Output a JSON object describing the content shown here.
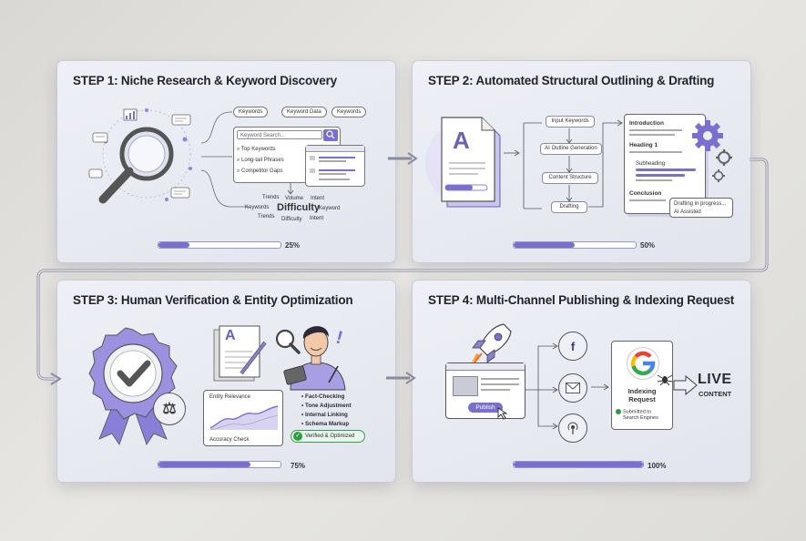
{
  "steps": [
    {
      "title": "STEP 1: Niche Research & Keyword Discovery",
      "progress_label": "25%",
      "progress": 0.25,
      "pills": [
        "Keywords",
        "Keyword Data",
        "Keywords"
      ],
      "search_placeholder": "Keyword Search...",
      "menu": [
        "Top Keywords",
        "Long-tail Phrases",
        "Competitor Gaps"
      ],
      "cloud": [
        {
          "t": "Trends"
        },
        {
          "t": "Volume"
        },
        {
          "t": "Intent"
        },
        {
          "t": "Keywords"
        },
        {
          "t": "Difficulty"
        },
        {
          "t": "Keyword"
        },
        {
          "t": "Trends"
        },
        {
          "t": "Difficulty"
        },
        {
          "t": "Intent"
        }
      ]
    },
    {
      "title": "STEP 2: Automated Structural Outlining & Drafting",
      "progress_label": "50%",
      "progress": 0.5,
      "doc_letter": "A",
      "flow": [
        "Input Keywords",
        "AI Outline Generation",
        "Content Structure",
        "Drafting"
      ],
      "outline": [
        "Introduction",
        "Heading 1",
        "Subheading",
        "Conclusion"
      ],
      "status": [
        "Drafting in progress...",
        "AI Assisted"
      ]
    },
    {
      "title": "STEP 3: Human Verification & Entity Optimization",
      "progress_label": "75%",
      "progress": 0.75,
      "doc_letter": "A",
      "chart_top": "Entity Relevance",
      "chart_bottom": "Accuracy Check",
      "checklist": [
        "Fact-Checking",
        "Tone Adjustment",
        "Internal Linking",
        "Schema Markup"
      ],
      "badge": "Verified & Optimized"
    },
    {
      "title": "STEP 4: Multi-Channel Publishing & Indexing Request",
      "progress_label": "100%",
      "progress": 1.0,
      "publish_label": "Publish",
      "social_letters": "f",
      "google_letter": "G",
      "indexing": "Indexing Request",
      "submitted": [
        "Submitted to",
        "Search Engines"
      ],
      "live": "LIVE",
      "content": "CONTENT"
    }
  ]
}
